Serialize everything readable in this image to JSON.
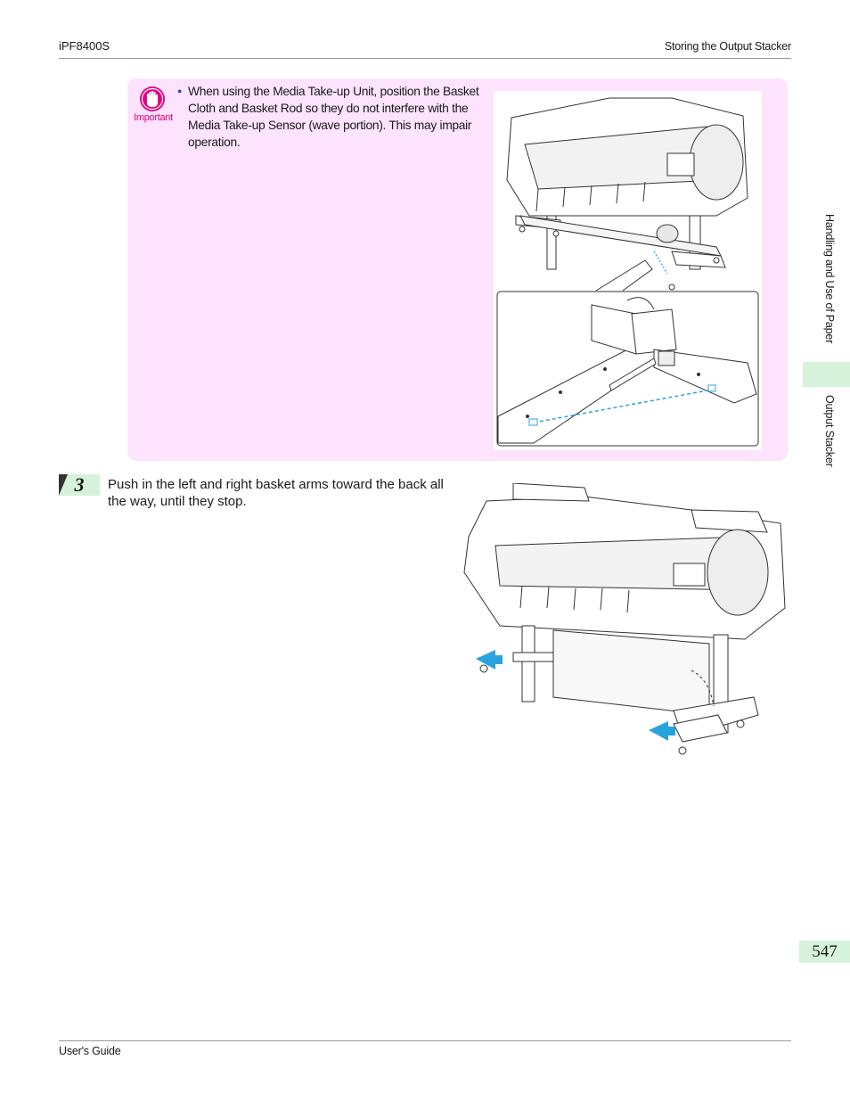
{
  "header": {
    "model": "iPF8400S",
    "section": "Storing the Output Stacker"
  },
  "important": {
    "label": "Important",
    "text": "When using the Media Take-up Unit, position the Basket Cloth and Basket Rod so they do not interfere with the Media Take-up Sensor (wave portion). This may impair operation."
  },
  "step": {
    "number": "3",
    "text": "Push in the left and right basket arms toward the back all the way, until they stop."
  },
  "side_tabs": {
    "chapter": "Handling and Use of Paper",
    "section": "Output Stacker"
  },
  "footer": {
    "guide": "User's Guide",
    "page_number": "547"
  },
  "colors": {
    "important_bg": "#fde3fd",
    "important_accent": "#e4007f",
    "tab_green": "#d6f2db",
    "arrow_blue": "#29a3dc"
  }
}
